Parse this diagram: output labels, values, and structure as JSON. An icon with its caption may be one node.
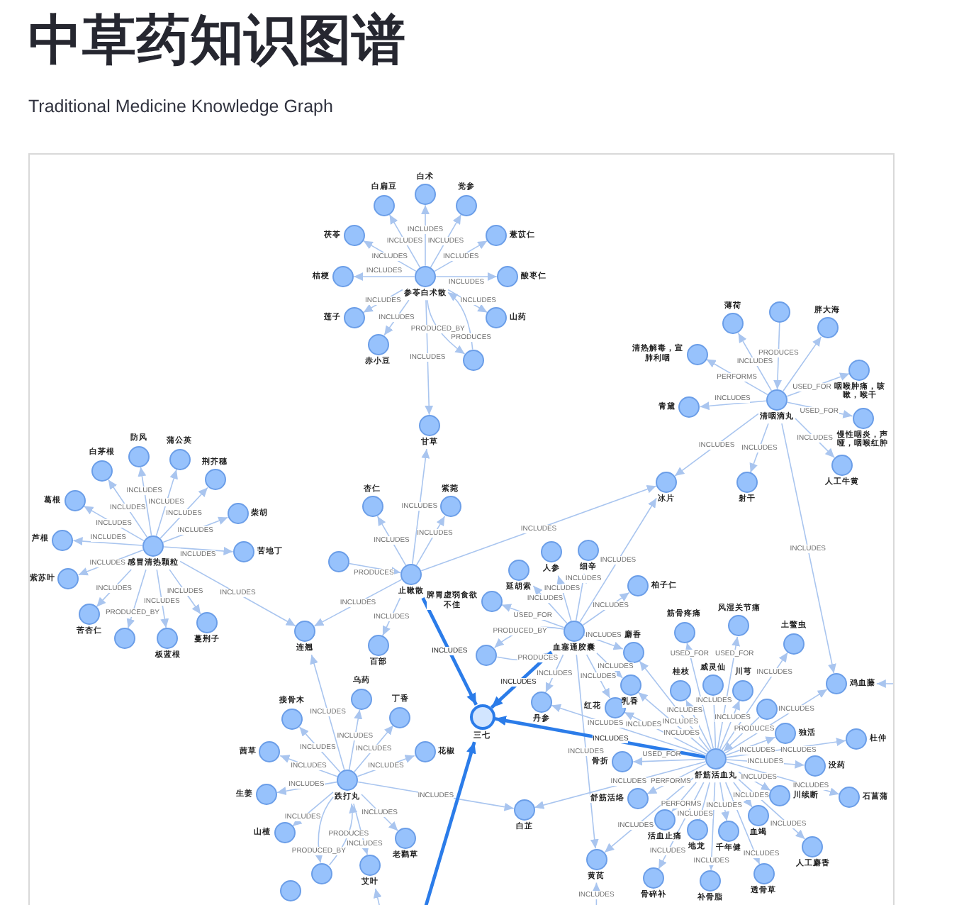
{
  "diagram": {
    "title": "中草药知识图谱",
    "labels": [
      "Traditional Medicine Knowledge Graph"
    ],
    "nodes": [
      {
        "text": [
          "参苓白术散"
        ]
      },
      {
        "text": [
          "白扁豆"
        ]
      },
      {
        "text": [
          "白术"
        ]
      },
      {
        "text": [
          "党参"
        ]
      },
      {
        "text": [
          "薏苡仁"
        ]
      },
      {
        "text": [
          "酸枣仁"
        ]
      },
      {
        "text": [
          "山药"
        ]
      },
      {
        "text": [],
        "shape": "circle"
      },
      {
        "text": [
          "赤小豆"
        ]
      },
      {
        "text": [
          "莲子"
        ]
      },
      {
        "text": [
          "桔梗"
        ]
      },
      {
        "text": [
          "茯苓"
        ]
      },
      {
        "text": [
          "甘草"
        ]
      },
      {
        "text": [
          "薄荷"
        ]
      },
      {
        "text": [
          "清热解毒，宣肺利咽"
        ]
      },
      {
        "text": [],
        "shape": "circle"
      },
      {
        "text": [
          "胖大海"
        ]
      },
      {
        "text": [
          "青黛"
        ]
      },
      {
        "text": [
          "清咽滴丸"
        ]
      },
      {
        "text": [
          "咽喉肿痛，咳嗽，喉干"
        ]
      },
      {
        "text": [
          "慢性咽炎，声哑，咽喉红肿"
        ]
      },
      {
        "text": [
          "射干"
        ]
      },
      {
        "text": [
          "人工牛黄"
        ]
      },
      {
        "text": [
          "蒲公英"
        ]
      },
      {
        "text": [
          "荆芥穗"
        ]
      },
      {
        "text": [
          "防风"
        ]
      },
      {
        "text": [
          "柴胡"
        ]
      },
      {
        "text": [
          "白茅根"
        ]
      },
      {
        "text": [
          "苦地丁"
        ]
      },
      {
        "text": [
          "葛根"
        ]
      },
      {
        "text": [
          "感冒清热颗粒"
        ]
      },
      {
        "text": [],
        "shape": "circle"
      },
      {
        "text": [
          "芦根"
        ]
      },
      {
        "text": [
          "蔓荆子"
        ]
      },
      {
        "text": [
          "紫苏叶"
        ]
      },
      {
        "text": [
          "苦杏仁"
        ]
      },
      {
        "text": [
          "板蓝根"
        ]
      },
      {
        "text": [
          "连翘"
        ]
      },
      {
        "text": [
          "杏仁"
        ]
      },
      {
        "text": [],
        "shape": "circle"
      },
      {
        "text": [
          "止嗽散"
        ]
      },
      {
        "text": [
          "紫菀"
        ]
      },
      {
        "text": [
          "百部"
        ]
      },
      {
        "text": [
          "延胡索"
        ]
      },
      {
        "text": [
          "人参"
        ]
      },
      {
        "text": [
          "细辛"
        ]
      },
      {
        "text": [
          "柏子仁"
        ]
      },
      {
        "text": [
          "冰片"
        ]
      },
      {
        "text": [
          "脾胃虚弱食欲不佳"
        ]
      },
      {
        "text": [
          "血塞通胶囊"
        ]
      },
      {
        "text": [
          "麝香"
        ]
      },
      {
        "text": [],
        "shape": "circle"
      },
      {
        "text": [
          "红花"
        ]
      },
      {
        "text": [
          "丹参"
        ]
      },
      {
        "text": [
          "乳香"
        ]
      },
      {
        "text": [
          "鸡血藤"
        ]
      },
      {
        "text": [
          "筋骨疼痛"
        ]
      },
      {
        "text": [
          "风湿关节痛"
        ]
      },
      {
        "text": [
          "川芎"
        ]
      },
      {
        "text": [
          "土鳖虫"
        ]
      },
      {
        "text": [
          "川续断"
        ]
      },
      {
        "text": [],
        "shape": "circle"
      },
      {
        "text": [
          "独活"
        ]
      },
      {
        "text": [
          "桂枝"
        ]
      },
      {
        "text": [
          "舒筋活血丸"
        ]
      },
      {
        "text": [
          "血竭"
        ]
      },
      {
        "text": [
          "威灵仙"
        ]
      },
      {
        "text": [
          "杜仲"
        ]
      },
      {
        "text": [
          "三七"
        ]
      },
      {
        "text": [
          "白芷"
        ]
      },
      {
        "text": [
          "黄芪"
        ]
      },
      {
        "text": [
          "人工麝香"
        ]
      },
      {
        "text": [
          "千年健"
        ]
      },
      {
        "text": [
          "舒筋活络"
        ]
      },
      {
        "text": [
          "骨折"
        ]
      },
      {
        "text": [
          "没药"
        ]
      },
      {
        "text": [
          "石菖蒲"
        ]
      },
      {
        "text": [
          "活血止痛"
        ]
      },
      {
        "text": [
          "骨碎补"
        ]
      },
      {
        "text": [
          "补骨脂"
        ]
      },
      {
        "text": [
          "地龙"
        ]
      },
      {
        "text": [
          "透骨草"
        ]
      },
      {
        "text": [
          "乌药"
        ]
      },
      {
        "text": [
          "丁香"
        ]
      },
      {
        "text": [
          "接骨木"
        ]
      },
      {
        "text": [
          "花椒"
        ]
      },
      {
        "text": [
          "茜草"
        ]
      },
      {
        "text": [
          "跌打丸"
        ]
      },
      {
        "text": [
          "生姜"
        ]
      },
      {
        "text": [
          "老鹳草"
        ]
      },
      {
        "text": [
          "山楂"
        ]
      },
      {
        "text": [],
        "shape": "circle"
      },
      {
        "text": [
          "艾叶"
        ]
      },
      {
        "text": [],
        "shape": "circle"
      }
    ],
    "edges": [
      {
        "from": 0,
        "to": 1,
        "arrow": "to",
        "label": "INCLUDES"
      },
      {
        "from": 0,
        "to": 2,
        "arrow": "to",
        "label": "INCLUDES"
      },
      {
        "from": 0,
        "to": 3,
        "arrow": "to",
        "label": "INCLUDES"
      },
      {
        "from": 0,
        "to": 4,
        "arrow": "to",
        "label": "INCLUDES"
      },
      {
        "from": 0,
        "to": 5,
        "arrow": "to",
        "label": "INCLUDES"
      },
      {
        "from": 0,
        "to": 6,
        "arrow": "to",
        "label": "INCLUDES"
      },
      {
        "from": 0,
        "to": 7,
        "arrow": "to",
        "label": "PRODUCED_BY"
      },
      {
        "from": 7,
        "to": 0,
        "arrow": "to",
        "label": "PRODUCES"
      },
      {
        "from": 0,
        "to": 8,
        "arrow": "to",
        "label": "INCLUDES"
      },
      {
        "from": 0,
        "to": 9,
        "arrow": "to",
        "label": "INCLUDES"
      },
      {
        "from": 0,
        "to": 10,
        "arrow": "to",
        "label": "INCLUDES"
      },
      {
        "from": 0,
        "to": 11,
        "arrow": "to",
        "label": "INCLUDES"
      },
      {
        "from": 0,
        "to": 12,
        "arrow": "to",
        "label": "INCLUDES"
      },
      {
        "from": 18,
        "to": 13,
        "arrow": "to",
        "label": "INCLUDES"
      },
      {
        "from": 18,
        "to": 14,
        "arrow": "to",
        "label": "PERFORMS"
      },
      {
        "from": 15,
        "to": 18,
        "arrow": "to",
        "label": "PRODUCES"
      },
      {
        "from": 18,
        "to": 16,
        "arrow": "to"
      },
      {
        "from": 18,
        "to": 17,
        "arrow": "to",
        "label": "INCLUDES"
      },
      {
        "from": 18,
        "to": 19,
        "arrow": "to",
        "label": "USED_FOR"
      },
      {
        "from": 18,
        "to": 20,
        "arrow": "to",
        "label": "USED_FOR"
      },
      {
        "from": 18,
        "to": 21,
        "arrow": "to",
        "label": "INCLUDES"
      },
      {
        "from": 18,
        "to": 22,
        "arrow": "to",
        "label": "INCLUDES"
      },
      {
        "from": 18,
        "to": 55,
        "arrow": "to",
        "label": "INCLUDES"
      },
      {
        "from": 18,
        "to": 47,
        "arrow": "to",
        "label": "INCLUDES"
      },
      {
        "from": 30,
        "to": 23,
        "arrow": "to",
        "label": "INCLUDES"
      },
      {
        "from": 30,
        "to": 24,
        "arrow": "to",
        "label": "INCLUDES"
      },
      {
        "from": 30,
        "to": 25,
        "arrow": "to",
        "label": "INCLUDES"
      },
      {
        "from": 30,
        "to": 26,
        "arrow": "to",
        "label": "INCLUDES"
      },
      {
        "from": 30,
        "to": 27,
        "arrow": "to",
        "label": "INCLUDES"
      },
      {
        "from": 30,
        "to": 28,
        "arrow": "to",
        "label": "INCLUDES"
      },
      {
        "from": 30,
        "to": 29,
        "arrow": "to",
        "label": "INCLUDES"
      },
      {
        "from": 30,
        "to": 32,
        "arrow": "to",
        "label": "INCLUDES"
      },
      {
        "from": 30,
        "to": 33,
        "arrow": "to",
        "label": "INCLUDES"
      },
      {
        "from": 30,
        "to": 34,
        "arrow": "to",
        "label": "INCLUDES"
      },
      {
        "from": 30,
        "to": 35,
        "arrow": "to",
        "label": "INCLUDES"
      },
      {
        "from": 30,
        "to": 36,
        "arrow": "to",
        "label": "INCLUDES"
      },
      {
        "from": 30,
        "to": 31,
        "arrow": "to",
        "label": "PRODUCED_BY"
      },
      {
        "from": 30,
        "to": 37,
        "arrow": "to",
        "label": "INCLUDES"
      },
      {
        "from": 40,
        "to": 38,
        "arrow": "to",
        "label": "INCLUDES"
      },
      {
        "from": 39,
        "to": 40,
        "arrow": "to",
        "label": "PRODUCES"
      },
      {
        "from": 40,
        "to": 41,
        "arrow": "to",
        "label": "INCLUDES"
      },
      {
        "from": 40,
        "to": 42,
        "arrow": "to",
        "label": "INCLUDES"
      },
      {
        "from": 40,
        "to": 12,
        "arrow": "to",
        "label": "INCLUDES"
      },
      {
        "from": 40,
        "to": 37,
        "arrow": "to",
        "label": "INCLUDES"
      },
      {
        "from": 40,
        "to": 47,
        "arrow": "to",
        "label": "INCLUDES"
      },
      {
        "from": 40,
        "to": 68,
        "arrow": "to",
        "label": "INCLUDES",
        "style": "thick",
        "color": "#2b7ce9"
      },
      {
        "from": 49,
        "to": 43,
        "arrow": "to",
        "label": "INCLUDES"
      },
      {
        "from": 49,
        "to": 44,
        "arrow": "to",
        "label": "INCLUDES"
      },
      {
        "from": 49,
        "to": 45,
        "arrow": "to",
        "label": "INCLUDES"
      },
      {
        "from": 49,
        "to": 46,
        "arrow": "to",
        "label": "INCLUDES"
      },
      {
        "from": 49,
        "to": 47,
        "arrow": "to",
        "label": "INCLUDES"
      },
      {
        "from": 49,
        "to": 48,
        "arrow": "to",
        "label": "USED_FOR"
      },
      {
        "from": 49,
        "to": 50,
        "arrow": "to",
        "label": "INCLUDES"
      },
      {
        "from": 49,
        "to": 51,
        "arrow": "to",
        "label": "PRODUCED_BY"
      },
      {
        "from": 51,
        "to": 49,
        "arrow": "to",
        "label": "PRODUCES"
      },
      {
        "from": 49,
        "to": 52,
        "arrow": "to",
        "label": "INCLUDES"
      },
      {
        "from": 49,
        "to": 53,
        "arrow": "to",
        "label": "INCLUDES"
      },
      {
        "from": 49,
        "to": 54,
        "arrow": "to",
        "label": "INCLUDES"
      },
      {
        "from": 49,
        "to": 68,
        "arrow": "to",
        "label": "INCLUDES",
        "style": "thick",
        "color": "#2b7ce9"
      },
      {
        "from": 49,
        "to": 70,
        "arrow": "to",
        "label": "INCLUDES"
      },
      {
        "from": 64,
        "to": 56,
        "arrow": "to",
        "label": "USED_FOR"
      },
      {
        "from": 64,
        "to": 57,
        "arrow": "to",
        "label": "USED_FOR"
      },
      {
        "from": 64,
        "to": 58,
        "arrow": "to",
        "label": "INCLUDES"
      },
      {
        "from": 64,
        "to": 59,
        "arrow": "to",
        "label": "INCLUDES"
      },
      {
        "from": 64,
        "to": 60,
        "arrow": "to",
        "label": "INCLUDES"
      },
      {
        "from": 61,
        "to": 64,
        "arrow": "to",
        "label": "PRODUCES"
      },
      {
        "from": 64,
        "to": 62,
        "arrow": "to",
        "label": "INCLUDES"
      },
      {
        "from": 64,
        "to": 63,
        "arrow": "to",
        "label": "INCLUDES"
      },
      {
        "from": 64,
        "to": 65,
        "arrow": "to",
        "label": "INCLUDES"
      },
      {
        "from": 64,
        "to": 66,
        "arrow": "to",
        "label": "INCLUDES"
      },
      {
        "from": 64,
        "to": 67,
        "arrow": "to",
        "label": "INCLUDES"
      },
      {
        "from": 64,
        "to": 68,
        "arrow": "to",
        "label": "INCLUDES",
        "style": "thick",
        "color": "#2b7ce9"
      },
      {
        "from": 64,
        "to": 69,
        "arrow": "to",
        "label": "INCLUDES"
      },
      {
        "from": 64,
        "to": 70,
        "arrow": "to",
        "label": "INCLUDES"
      },
      {
        "from": 64,
        "to": 71,
        "arrow": "to",
        "label": "INCLUDES"
      },
      {
        "from": 64,
        "to": 72,
        "arrow": "to",
        "label": "INCLUDES"
      },
      {
        "from": 64,
        "to": 73,
        "arrow": "to",
        "label": "PERFORMS"
      },
      {
        "from": 64,
        "to": 74,
        "arrow": "to",
        "label": "USED_FOR"
      },
      {
        "from": 64,
        "to": 75,
        "arrow": "to",
        "label": "INCLUDES"
      },
      {
        "from": 64,
        "to": 76,
        "arrow": "to",
        "label": "INCLUDES"
      },
      {
        "from": 64,
        "to": 77,
        "arrow": "to",
        "label": "PERFORMS"
      },
      {
        "from": 64,
        "to": 78,
        "arrow": "to",
        "label": "INCLUDES"
      },
      {
        "from": 64,
        "to": 79,
        "arrow": "to",
        "label": "INCLUDES"
      },
      {
        "from": 64,
        "to": 80,
        "arrow": "to",
        "label": "INCLUDES"
      },
      {
        "from": 64,
        "to": 81,
        "arrow": "to",
        "label": "INCLUDES"
      },
      {
        "from": 64,
        "to": 55,
        "arrow": "to",
        "label": "INCLUDES"
      },
      {
        "from": 64,
        "to": 50,
        "arrow": "to",
        "label": "INCLUDES"
      },
      {
        "from": 64,
        "to": 52,
        "arrow": "to",
        "label": "INCLUDES"
      },
      {
        "from": 64,
        "to": 54,
        "arrow": "to",
        "label": "INCLUDES"
      },
      {
        "from": 64,
        "to": 53,
        "arrow": "to",
        "label": "INCLUDES"
      },
      {
        "from": 87,
        "to": 82,
        "arrow": "to",
        "label": "INCLUDES"
      },
      {
        "from": 87,
        "to": 83,
        "arrow": "to",
        "label": "INCLUDES"
      },
      {
        "from": 87,
        "to": 84,
        "arrow": "to",
        "label": "INCLUDES"
      },
      {
        "from": 87,
        "to": 85,
        "arrow": "to",
        "label": "INCLUDES"
      },
      {
        "from": 87,
        "to": 86,
        "arrow": "to",
        "label": "INCLUDES"
      },
      {
        "from": 87,
        "to": 88,
        "arrow": "to",
        "label": "INCLUDES"
      },
      {
        "from": 87,
        "to": 89,
        "arrow": "to",
        "label": "INCLUDES"
      },
      {
        "from": 87,
        "to": 90,
        "arrow": "to",
        "label": "INCLUDES"
      },
      {
        "from": 87,
        "to": 92,
        "arrow": "to",
        "label": "INCLUDES"
      },
      {
        "from": 87,
        "to": 91,
        "arrow": "to",
        "label": "PRODUCED_BY"
      },
      {
        "from": 91,
        "to": 87,
        "arrow": "to",
        "label": "PRODUCES"
      },
      {
        "from": 87,
        "to": 69,
        "arrow": "to",
        "label": "INCLUDES"
      },
      {
        "from": 87,
        "to": 37,
        "arrow": "to",
        "label": "INCLUDES"
      },
      {
        "from": null,
        "to": 68,
        "arrow": "to",
        "style": "thick",
        "color": "#2b7ce9"
      },
      {
        "from": null,
        "to": 55,
        "arrow": "to"
      },
      {
        "from": null,
        "to": 70,
        "arrow": "to",
        "label": "INCLUDES"
      },
      {
        "from": null,
        "to": 92,
        "arrow": "to"
      }
    ]
  }
}
